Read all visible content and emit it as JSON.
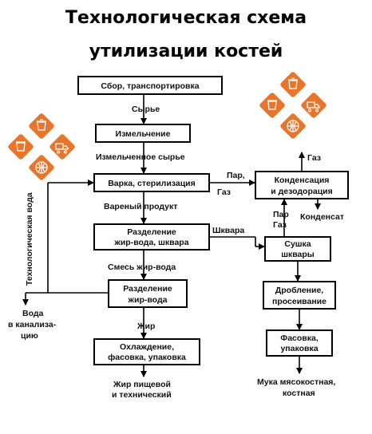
{
  "title": {
    "line1": "Технологическая схема",
    "line2": "утилизации костей"
  },
  "boxes": {
    "collect": "Сбор, транспортировка",
    "grind": "Измельчение",
    "boil_1": "Варка, стерилизация",
    "separate1_1": "Разделение",
    "separate1_2": "жир-вода, шквара",
    "separate2_1": "Разделение",
    "separate2_2": "жир-вода",
    "cool_1": "Охлаждение,",
    "cool_2": "фасовка, упаковка",
    "condense_1": "Конденсация",
    "condense_2": "и дезодорация",
    "dry_1": "Сушка",
    "dry_2": "шквары",
    "crush_1": "Дробление,",
    "crush_2": "просеивание",
    "pack_1": "Фасовка,",
    "pack_2": "упаковка"
  },
  "labels": {
    "raw": "Сырье",
    "ground_raw": "Измельченное сырье",
    "boiled": "Вареный продукт",
    "fat_water_mix": "Смесь жир-вода",
    "fat": "Жир",
    "steam": "Пар,",
    "gas": "Газ",
    "gas_up": "Газ",
    "steam2": "Пар",
    "gas2": "Газ",
    "condensate": "Конденсат",
    "shkvara": "Шквара",
    "tech_water": "Технологическая вода",
    "water_out_1": "Вода",
    "water_out_2": "в канализа-",
    "water_out_3": "цию",
    "fat_out_1": "Жир пищевой",
    "fat_out_2": "и технический",
    "meal_out_1": "Мука мясокостная,",
    "meal_out_2": "костная"
  },
  "icons": [
    "recycle-logo-icon",
    "recycle-logo-icon"
  ],
  "colors": {
    "accent": "#e8752a",
    "line": "#000000"
  }
}
